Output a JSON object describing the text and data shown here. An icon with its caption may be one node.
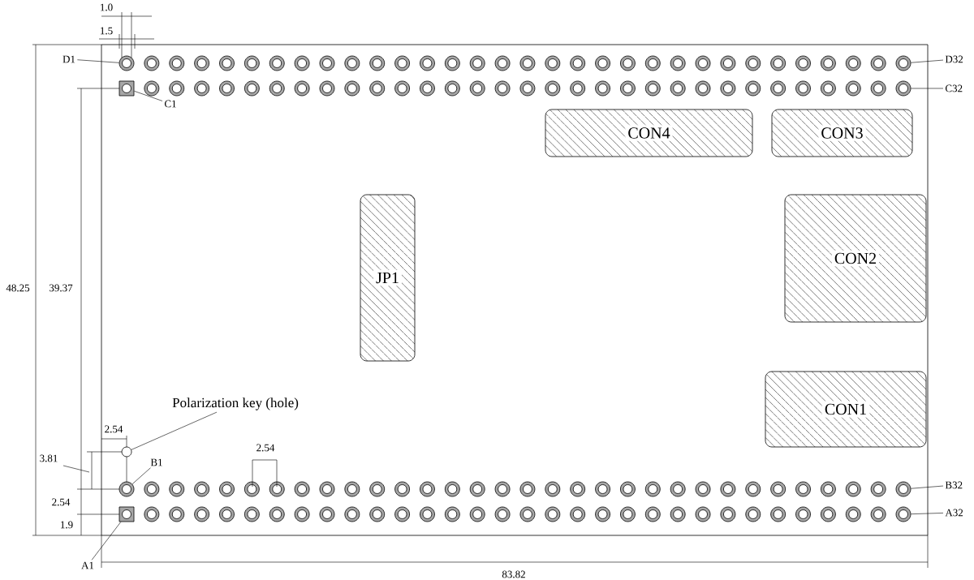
{
  "diagram": {
    "nodes": [
      {
        "text": [
          "D1"
        ]
      },
      {
        "text": [],
        "shape": "circle"
      },
      {
        "text": [
          "D32"
        ]
      },
      {
        "text": [],
        "shape": "circle"
      },
      {
        "text": [],
        "shape": "box"
      },
      {
        "text": [],
        "shape": "circle"
      },
      {
        "text": [
          "C32"
        ]
      },
      {
        "text": [
          "C1"
        ]
      },
      {
        "text": [
          "CON4"
        ]
      },
      {
        "text": [
          "CON3"
        ]
      },
      {
        "text": [
          "JP1"
        ]
      },
      {
        "text": [
          "CON2"
        ]
      },
      {
        "text": [
          "CON1"
        ]
      },
      {
        "text": [
          "Polarization key (hole)"
        ]
      },
      {
        "text": [],
        "shape": "circle"
      },
      {
        "text": [
          "B1"
        ]
      },
      {
        "text": [],
        "shape": "circle"
      },
      {
        "text": [],
        "shape": "circle"
      },
      {
        "text": [
          "B32"
        ]
      },
      {
        "text": [],
        "shape": "box"
      },
      {
        "text": [],
        "shape": "circle"
      },
      {
        "text": [
          "A32"
        ]
      },
      {
        "text": [
          "A1"
        ]
      }
    ],
    "edges": [
      {
        "from": 0,
        "to": 1,
        "arrow": "none"
      },
      {
        "from": 2,
        "to": 3,
        "arrow": "none"
      },
      {
        "from": 6,
        "to": 5,
        "arrow": "none"
      },
      {
        "from": 7,
        "to": 4,
        "arrow": "none"
      },
      {
        "from": 13,
        "to": 14,
        "arrow": "none"
      },
      {
        "from": 15,
        "to": 16,
        "arrow": "none"
      },
      {
        "from": 18,
        "to": 17,
        "arrow": "none"
      },
      {
        "from": 21,
        "to": 20,
        "arrow": "none"
      },
      {
        "from": 22,
        "to": 19,
        "arrow": "none"
      }
    ],
    "labels": [
      "1.0",
      "1.5",
      "48.25",
      "39.37",
      "2.54",
      "3.81",
      "2.54",
      "2.54",
      "1.9",
      "83.82"
    ]
  }
}
